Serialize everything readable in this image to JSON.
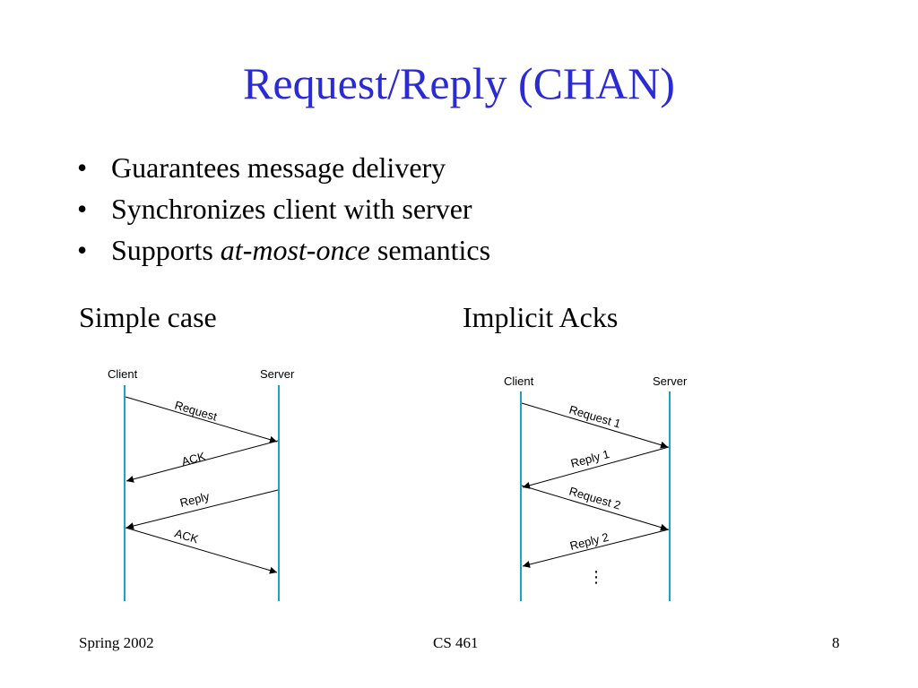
{
  "slide": {
    "title": "Request/Reply (CHAN)",
    "bullets": [
      {
        "prefix": "Guarantees message delivery",
        "emphasis": "",
        "suffix": ""
      },
      {
        "prefix": "Synchronizes client with server",
        "emphasis": "",
        "suffix": ""
      },
      {
        "prefix": "Supports ",
        "emphasis": "at-most-once",
        "suffix": " semantics"
      }
    ],
    "bullet_symbol": "•",
    "left_heading": "Simple case",
    "right_heading": "Implicit Acks"
  },
  "simple_case": {
    "client_label": "Client",
    "server_label": "Server",
    "messages": [
      "Request",
      "ACK",
      "Reply",
      "ACK"
    ]
  },
  "implicit_acks": {
    "client_label": "Client",
    "server_label": "Server",
    "messages": [
      "Request 1",
      "Reply 1",
      "Request 2",
      "Reply 2"
    ],
    "continuation": "⋮"
  },
  "footer": {
    "left": "Spring 2002",
    "center": "CS 461",
    "right": "8"
  },
  "colors": {
    "title": "#2b2bd6",
    "timeline": "#1ba3c6",
    "arrow": "#000000"
  }
}
